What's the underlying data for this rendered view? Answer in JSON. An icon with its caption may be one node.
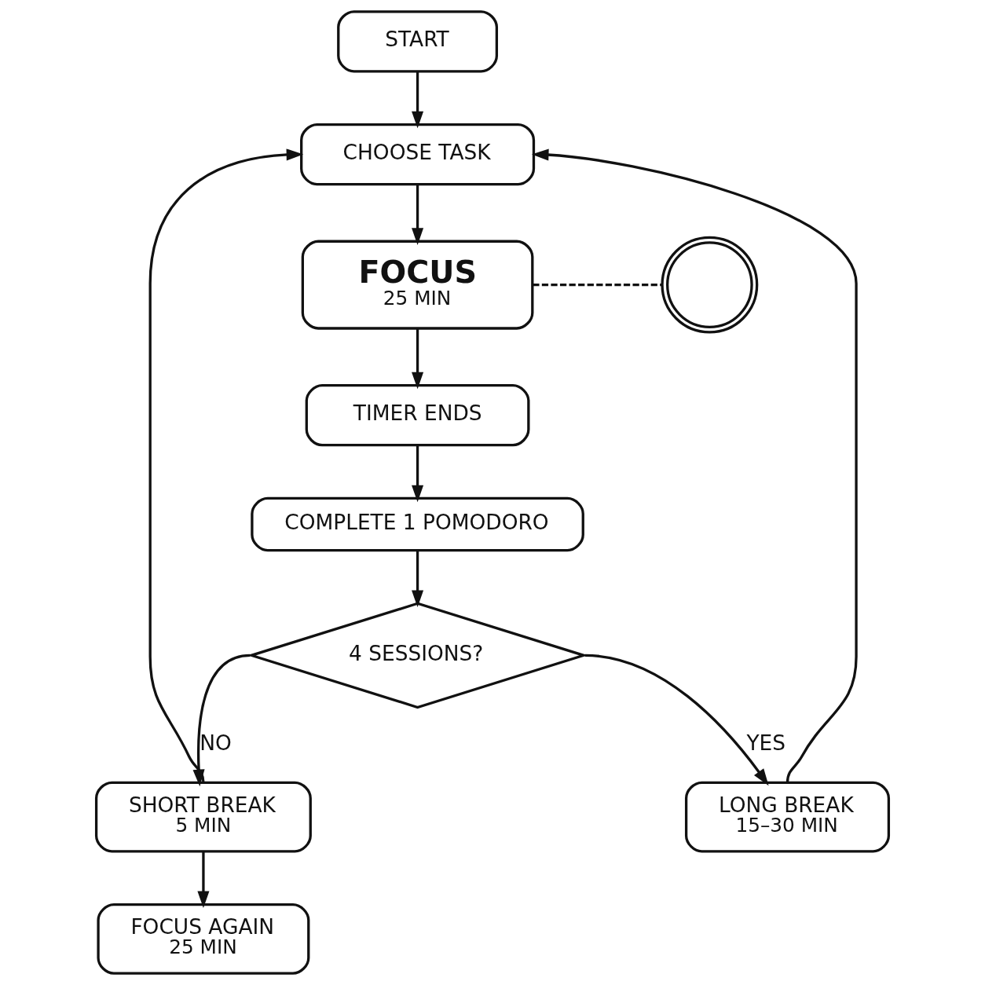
{
  "diagram": {
    "nodes": [
      {
        "text": [
          "START"
        ]
      },
      {
        "text": [
          "CHOOSE TASK"
        ]
      },
      {
        "text": [
          "FOCUS",
          "25 MIN"
        ]
      },
      {
        "text": [],
        "shape": "picture"
      },
      {
        "text": [
          "TIMER ENDS"
        ]
      },
      {
        "text": [
          "COMPLETE 1 POMODORO"
        ]
      },
      {
        "text": [
          "4 SESSIONS?"
        ]
      },
      {
        "text": [
          "SHORT BREAK",
          "5 MIN"
        ]
      },
      {
        "text": [
          "LONG BREAK",
          "15–30 MIN"
        ]
      },
      {
        "text": [
          "FOCUS AGAIN",
          "25 MIN"
        ]
      }
    ],
    "edges": [
      {
        "from": 0,
        "to": 1,
        "arrow": "to"
      },
      {
        "from": 1,
        "to": 2,
        "arrow": "to"
      },
      {
        "from": 2,
        "to": 3,
        "arrow": "none",
        "style": "dashed"
      },
      {
        "from": 2,
        "to": 4,
        "arrow": "to"
      },
      {
        "from": 4,
        "to": 5,
        "arrow": "to"
      },
      {
        "from": 5,
        "to": 6,
        "arrow": "to"
      },
      {
        "from": 6,
        "to": 7,
        "arrow": "to",
        "label": "NO"
      },
      {
        "from": 6,
        "to": 8,
        "arrow": "to",
        "label": "YES"
      },
      {
        "from": 7,
        "to": 1,
        "arrow": "to"
      },
      {
        "from": 8,
        "to": 1,
        "arrow": "to"
      },
      {
        "from": 7,
        "to": 9,
        "arrow": "to"
      }
    ]
  }
}
